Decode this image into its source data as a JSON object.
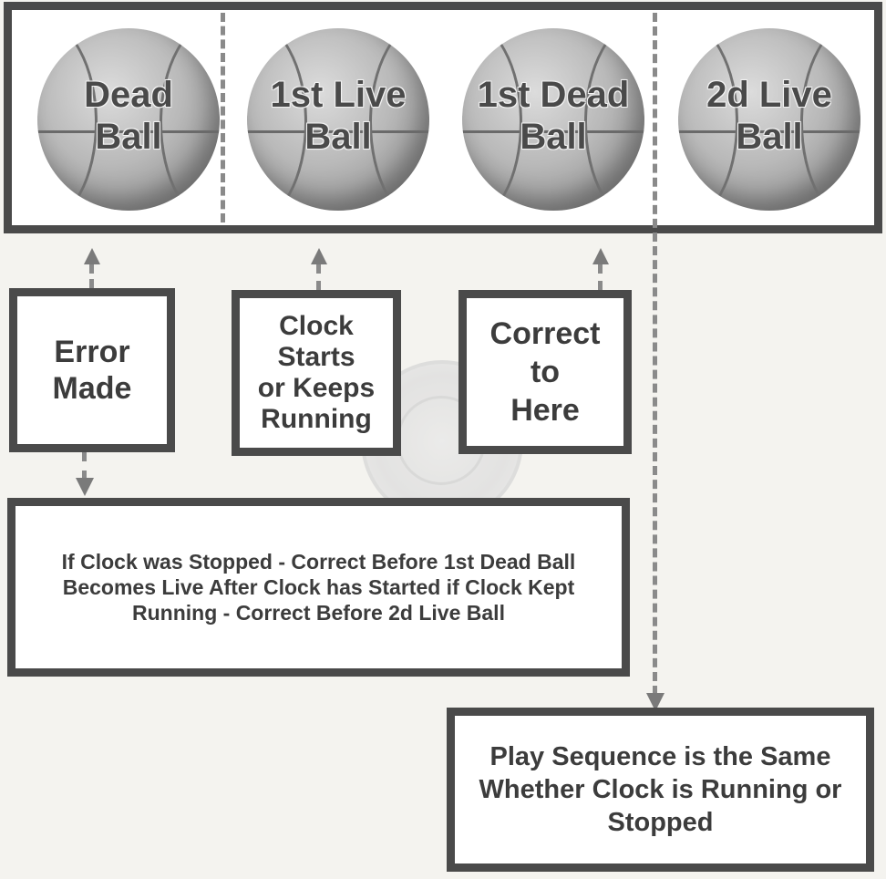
{
  "balls": [
    {
      "line1": "Dead",
      "line2": "Ball"
    },
    {
      "line1": "1st Live",
      "line2": "Ball"
    },
    {
      "line1": "1st Dead",
      "line2": "Ball"
    },
    {
      "line1": "2d Live",
      "line2": "Ball"
    }
  ],
  "boxes": {
    "error": [
      "Error",
      "Made"
    ],
    "clock": [
      "Clock",
      "Starts",
      "or Keeps",
      "Running"
    ],
    "correct": [
      "Correct",
      "to",
      "Here"
    ],
    "rule": "If Clock  was Stopped - Correct Before 1st Dead Ball Becomes Live After Clock has Started if Clock Kept Running - Correct Before 2d Live Ball",
    "sequence": "Play Sequence is the Same Whether Clock is Running or Stopped"
  }
}
